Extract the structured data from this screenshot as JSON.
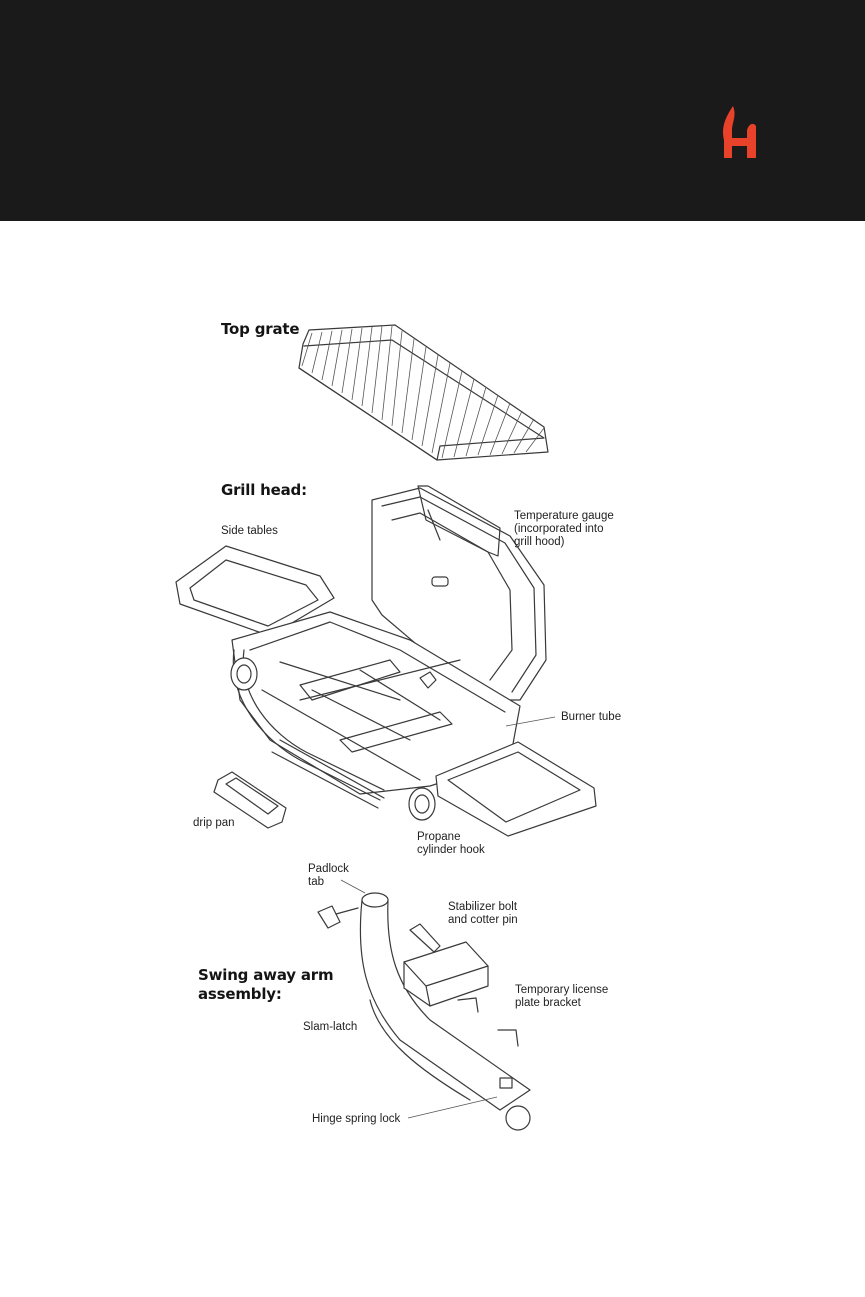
{
  "brand": {
    "logo_icon": "flame-h-logo-icon",
    "logo_color": "#e8432a",
    "header_bg": "#1b1a1a"
  },
  "sections": {
    "top_grate": "Top grate",
    "grill_head": "Grill head:",
    "swing_arm": "Swing away arm\nassembly:"
  },
  "labels": {
    "side_tables": "Side tables",
    "temperature_gauge": "Temperature gauge\n(incorporated into\ngrill hood)",
    "burner_tube": "Burner tube",
    "drip_pan": "drip pan",
    "propane_hook": "Propane\ncylinder hook",
    "padlock_tab": "Padlock\ntab",
    "stabilizer_bolt": "Stabilizer bolt\nand cotter pin",
    "license_bracket": "Temporary license\nplate bracket",
    "slam_latch": "Slam-latch",
    "hinge_lock": "Hinge spring lock"
  }
}
